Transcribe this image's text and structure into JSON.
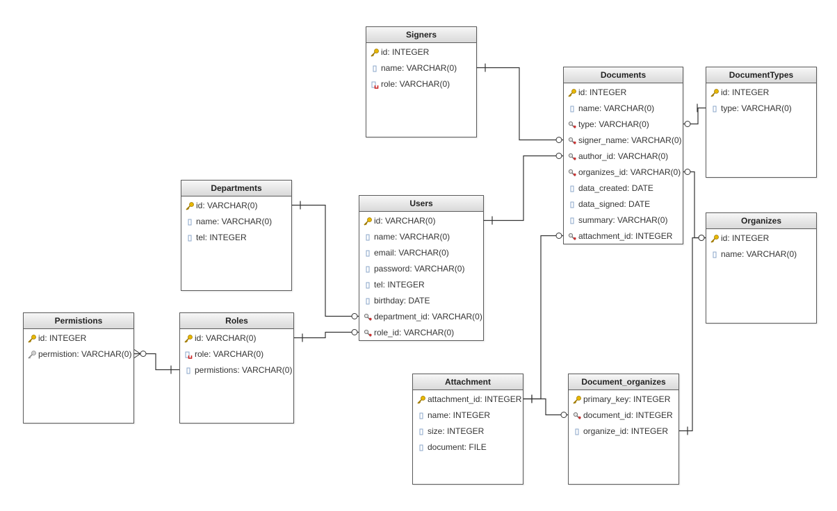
{
  "colors": {
    "key": "#e8b800",
    "field": "#8aa6c8",
    "unique": "#cc2222",
    "fk": "#777777",
    "line": "#333333"
  },
  "entities": [
    {
      "id": "signers",
      "title": "Signers",
      "fields": [
        {
          "icon": "key-icon",
          "text": "id: INTEGER"
        },
        {
          "icon": "field-icon",
          "text": "name: VARCHAR(0)"
        },
        {
          "icon": "unique-icon",
          "text": "role: VARCHAR(0)"
        }
      ]
    },
    {
      "id": "documents",
      "title": "Documents",
      "fields": [
        {
          "icon": "key-icon",
          "text": "id: INTEGER"
        },
        {
          "icon": "field-icon",
          "text": "name: VARCHAR(0)"
        },
        {
          "icon": "foreign-key-icon",
          "text": "type: VARCHAR(0)"
        },
        {
          "icon": "foreign-key-icon",
          "text": "signer_name: VARCHAR(0)"
        },
        {
          "icon": "foreign-key-icon",
          "text": "author_id: VARCHAR(0)"
        },
        {
          "icon": "foreign-key-icon",
          "text": "organizes_id: VARCHAR(0)"
        },
        {
          "icon": "field-icon",
          "text": "data_created: DATE"
        },
        {
          "icon": "field-icon",
          "text": "data_signed: DATE"
        },
        {
          "icon": "field-icon",
          "text": "summary: VARCHAR(0)"
        },
        {
          "icon": "foreign-key-icon",
          "text": "attachment_id: INTEGER"
        }
      ]
    },
    {
      "id": "documenttypes",
      "title": "DocumentTypes",
      "fields": [
        {
          "icon": "key-icon",
          "text": "id: INTEGER"
        },
        {
          "icon": "field-icon",
          "text": "type: VARCHAR(0)"
        }
      ]
    },
    {
      "id": "departments",
      "title": "Departments",
      "fields": [
        {
          "icon": "key-icon",
          "text": "id: VARCHAR(0)"
        },
        {
          "icon": "field-icon",
          "text": "name: VARCHAR(0)"
        },
        {
          "icon": "field-icon",
          "text": "tel: INTEGER"
        }
      ]
    },
    {
      "id": "users",
      "title": "Users",
      "fields": [
        {
          "icon": "key-icon",
          "text": "id: VARCHAR(0)"
        },
        {
          "icon": "field-icon",
          "text": "name: VARCHAR(0)"
        },
        {
          "icon": "field-icon",
          "text": "email: VARCHAR(0)"
        },
        {
          "icon": "field-icon",
          "text": "password: VARCHAR(0)"
        },
        {
          "icon": "field-icon",
          "text": "tel: INTEGER"
        },
        {
          "icon": "field-icon",
          "text": "birthday: DATE"
        },
        {
          "icon": "foreign-key-icon",
          "text": "department_id: VARCHAR(0)"
        },
        {
          "icon": "foreign-key-icon",
          "text": "role_id: VARCHAR(0)"
        }
      ]
    },
    {
      "id": "organizes",
      "title": "Organizes",
      "fields": [
        {
          "icon": "key-icon",
          "text": "id: INTEGER"
        },
        {
          "icon": "field-icon",
          "text": "name: VARCHAR(0)"
        }
      ]
    },
    {
      "id": "permistions",
      "title": "Permistions",
      "fields": [
        {
          "icon": "key-icon",
          "text": "id: INTEGER"
        },
        {
          "icon": "index-key-icon",
          "text": "permistion: VARCHAR(0)"
        }
      ]
    },
    {
      "id": "roles",
      "title": "Roles",
      "fields": [
        {
          "icon": "key-icon",
          "text": "id: VARCHAR(0)"
        },
        {
          "icon": "unique-icon",
          "text": "role: VARCHAR(0)"
        },
        {
          "icon": "field-icon",
          "text": "permistions: VARCHAR(0)"
        }
      ]
    },
    {
      "id": "attachment",
      "title": "Attachment",
      "fields": [
        {
          "icon": "key-icon",
          "text": "attachment_id: INTEGER"
        },
        {
          "icon": "field-icon",
          "text": "name: INTEGER"
        },
        {
          "icon": "field-icon",
          "text": "size: INTEGER"
        },
        {
          "icon": "field-icon",
          "text": "document: FILE"
        }
      ]
    },
    {
      "id": "document_organizes",
      "title": "Document_organizes",
      "fields": [
        {
          "icon": "key-icon",
          "text": "primary_key: INTEGER"
        },
        {
          "icon": "foreign-key-icon",
          "text": "document_id: INTEGER"
        },
        {
          "icon": "field-icon",
          "text": "organize_id: INTEGER"
        }
      ]
    }
  ],
  "relationships": [
    {
      "from": "signers.name",
      "to": "documents.signer_name",
      "from_end": "one",
      "to_end": "zero-or-one"
    },
    {
      "from": "users.id",
      "to": "documents.author_id",
      "from_end": "one",
      "to_end": "zero-or-one"
    },
    {
      "from": "documenttypes.type",
      "to": "documents.type",
      "from_end": "one",
      "to_end": "zero-or-one"
    },
    {
      "from": "organizes.id",
      "to": "documents.organizes_id",
      "from_end": "zero-or-one",
      "to_end": "zero-or-one"
    },
    {
      "from": "departments.id",
      "to": "users.department_id",
      "from_end": "one",
      "to_end": "zero-or-one"
    },
    {
      "from": "roles.id",
      "to": "users.role_id",
      "from_end": "one",
      "to_end": "zero-or-one"
    },
    {
      "from": "roles.permistions",
      "to": "permistions.permistion",
      "from_end": "one",
      "to_end": "zero-or-many"
    },
    {
      "from": "attachment.attachment_id",
      "to": "documents.attachment_id",
      "from_end": "one",
      "to_end": "zero-or-one"
    },
    {
      "from": "attachment.attachment_id",
      "to": "document_organizes.document_id",
      "from_end": "one",
      "to_end": "zero-or-one"
    },
    {
      "from": "document_organizes.organize_id",
      "to": "organizes.id",
      "from_end": "one",
      "to_end": "zero-or-one"
    }
  ]
}
